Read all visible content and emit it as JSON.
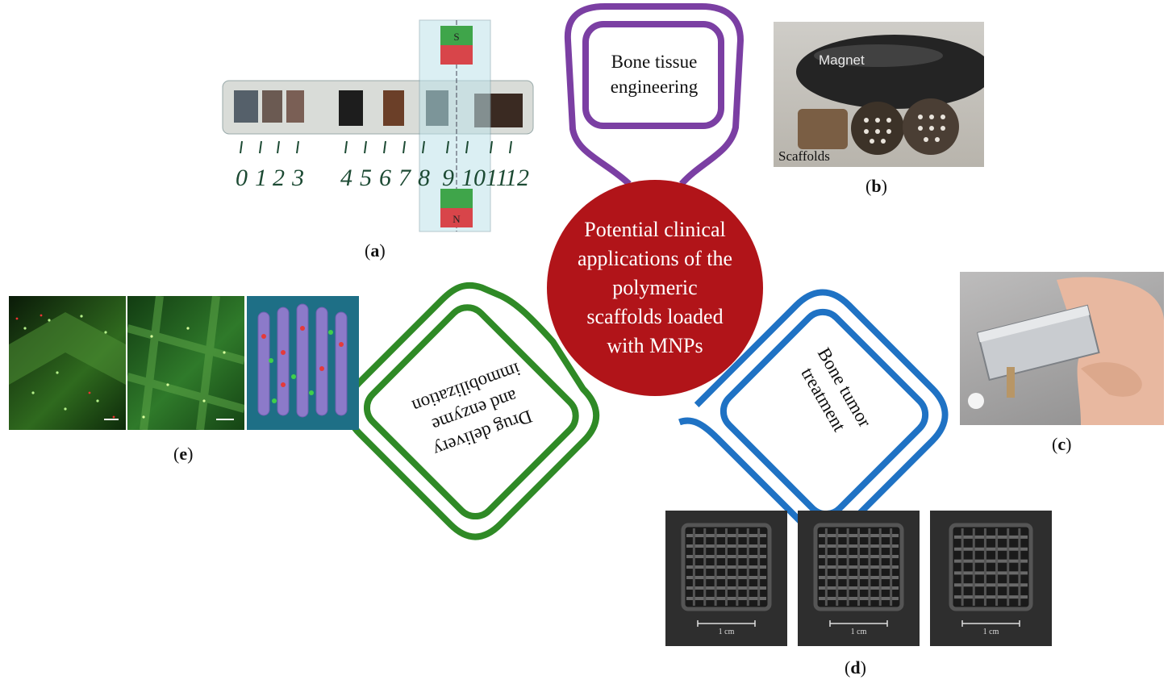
{
  "center": {
    "lines": [
      "Potential clinical",
      "applications of the",
      "polymeric",
      "scaffolds loaded",
      "with MNPs"
    ],
    "color": "#b11419"
  },
  "bubbles": {
    "bone_tissue": {
      "lines": [
        "Bone tissue",
        "engineering"
      ],
      "color": "#7b3fa3"
    },
    "drug_delivery": {
      "lines": [
        "Drug delivery",
        "and enzyme",
        "immobilization"
      ],
      "color": "#2f8a26"
    },
    "bone_tumor": {
      "lines": [
        "Bone tumor",
        "treatment"
      ],
      "color": "#1f72c4"
    }
  },
  "panels": {
    "a": {
      "label": "a",
      "numbers": [
        "0",
        "1",
        "2",
        "3",
        "4",
        "5",
        "6",
        "7",
        "8",
        "9",
        "10",
        "11",
        "12"
      ],
      "magnet_top": "S",
      "magnet_bottom": "N"
    },
    "b": {
      "label": "b",
      "magnet_text": "Magnet",
      "scaffolds_text": "Scaffolds"
    },
    "c": {
      "label": "c"
    },
    "d": {
      "label": "d",
      "scale_texts": [
        "1 cm",
        "1 cm",
        "1 cm"
      ]
    },
    "e": {
      "label": "e"
    }
  }
}
